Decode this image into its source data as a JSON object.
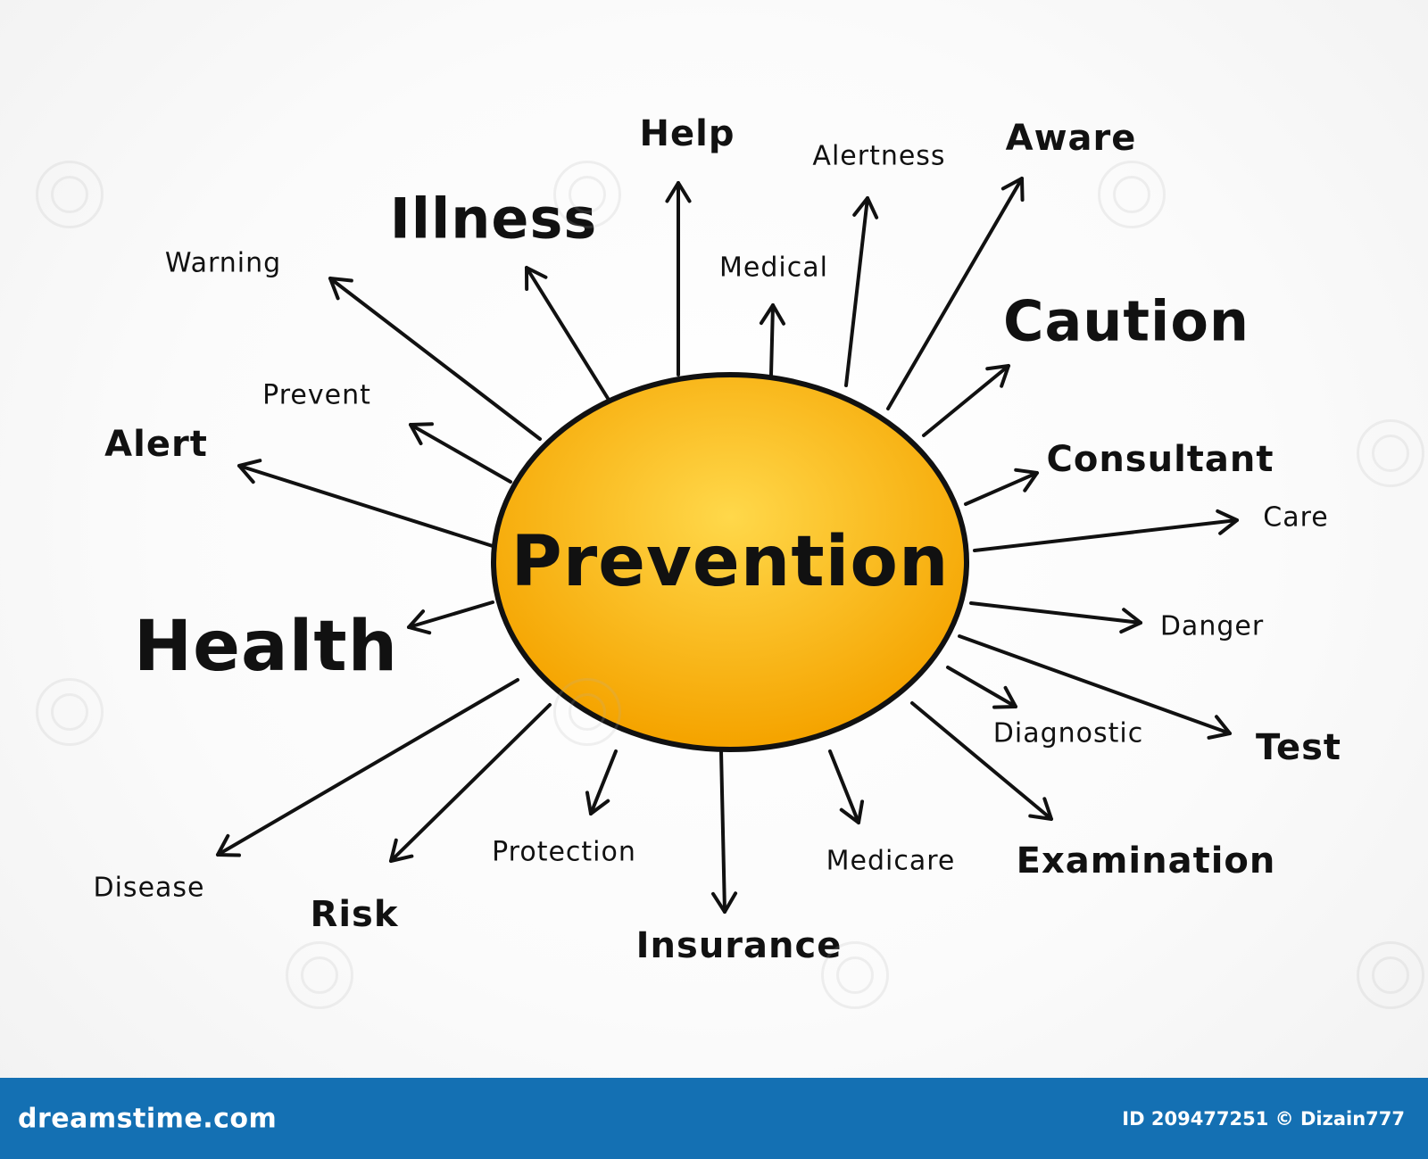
{
  "center": {
    "label": "Prevention",
    "fill": "#f5a400",
    "highlight": "#ffd84a"
  },
  "branches": [
    {
      "id": "help",
      "label": "Help",
      "size": "md"
    },
    {
      "id": "alertness",
      "label": "Alertness",
      "size": "sm"
    },
    {
      "id": "aware",
      "label": "Aware",
      "size": "md"
    },
    {
      "id": "illness",
      "label": "Illness",
      "size": "lg"
    },
    {
      "id": "medical",
      "label": "Medical",
      "size": "sm"
    },
    {
      "id": "warning",
      "label": "Warning",
      "size": "sm"
    },
    {
      "id": "caution",
      "label": "Caution",
      "size": "lg"
    },
    {
      "id": "prevent",
      "label": "Prevent",
      "size": "sm"
    },
    {
      "id": "alert",
      "label": "Alert",
      "size": "md"
    },
    {
      "id": "consultant",
      "label": "Consultant",
      "size": "md"
    },
    {
      "id": "care",
      "label": "Care",
      "size": "sm"
    },
    {
      "id": "health",
      "label": "Health",
      "size": "xl"
    },
    {
      "id": "danger",
      "label": "Danger",
      "size": "sm"
    },
    {
      "id": "diagnostic",
      "label": "Diagnostic",
      "size": "sm"
    },
    {
      "id": "test",
      "label": "Test",
      "size": "md"
    },
    {
      "id": "disease",
      "label": "Disease",
      "size": "sm"
    },
    {
      "id": "protection",
      "label": "Protection",
      "size": "sm"
    },
    {
      "id": "medicare",
      "label": "Medicare",
      "size": "sm"
    },
    {
      "id": "examination",
      "label": "Examination",
      "size": "md"
    },
    {
      "id": "risk",
      "label": "Risk",
      "size": "md"
    },
    {
      "id": "insurance",
      "label": "Insurance",
      "size": "md"
    }
  ],
  "footer": {
    "brand": "dreamstime.com",
    "credit": "ID 209477251 © Dizain777",
    "background": "#1470b3"
  },
  "colors": {
    "stroke": "#111111",
    "text": "#111111"
  }
}
